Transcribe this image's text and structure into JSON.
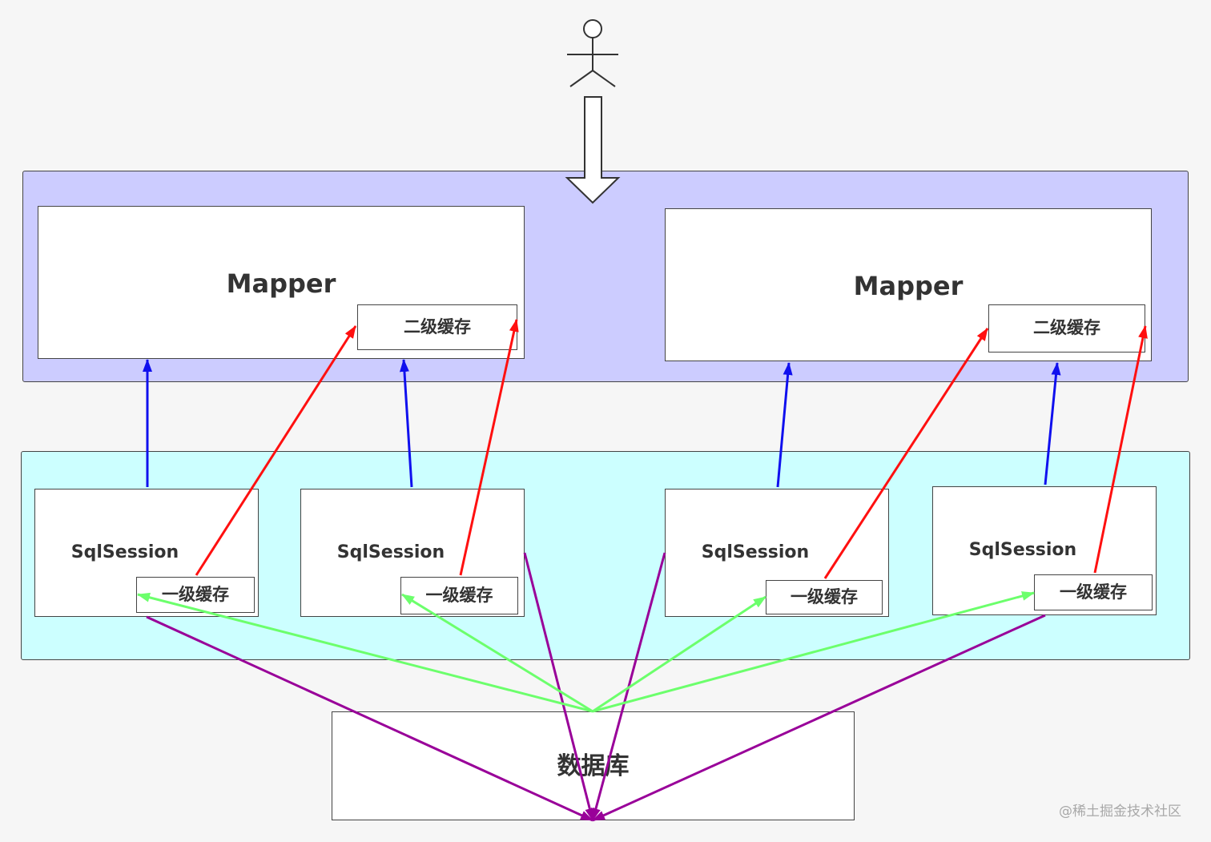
{
  "mappers": [
    {
      "label": "Mapper",
      "cache_label": "二级缓存"
    },
    {
      "label": "Mapper",
      "cache_label": "二级缓存"
    }
  ],
  "sessions": [
    {
      "label": "SqlSession",
      "cache_label": "一级缓存"
    },
    {
      "label": "SqlSession",
      "cache_label": "一级缓存"
    },
    {
      "label": "SqlSession",
      "cache_label": "一级缓存"
    },
    {
      "label": "SqlSession",
      "cache_label": "一级缓存"
    }
  ],
  "database": {
    "label": "数据库"
  },
  "watermark": "@稀土掘金技术社区",
  "icons": {
    "user": "stick-figure-icon",
    "entry": "hollow-down-arrow-icon"
  },
  "colors": {
    "mapper_layer": "#ccccff",
    "session_layer": "#ccffff",
    "blue_arrow": "#1010ee",
    "red_arrow": "#ff1010",
    "green_arrow": "#6cff6c",
    "purple_arrow": "#990099"
  }
}
